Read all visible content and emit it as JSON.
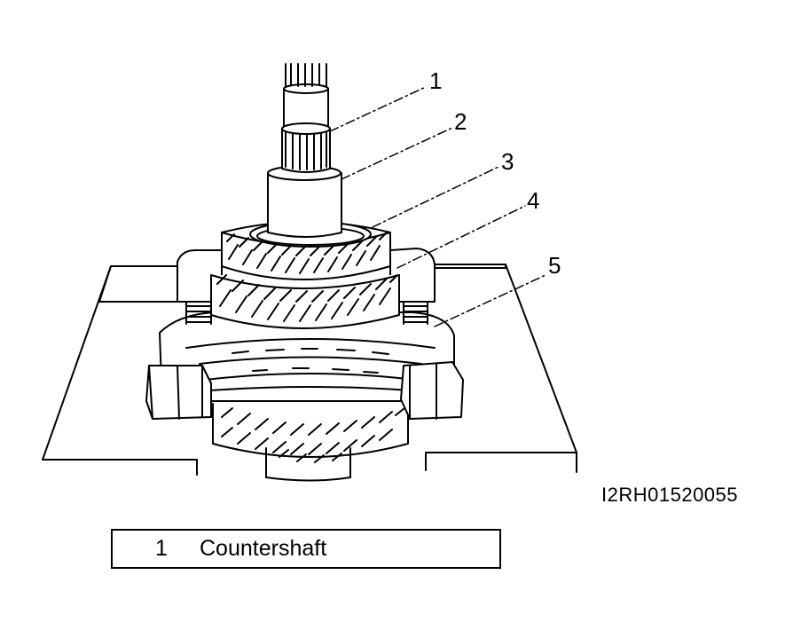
{
  "callouts": [
    "1",
    "2",
    "3",
    "4",
    "5"
  ],
  "reference_code": "I2RH01520055",
  "legend": [
    {
      "number": "1",
      "label": "Countershaft"
    }
  ],
  "colors": {
    "line": "#000000",
    "background": "#ffffff"
  }
}
